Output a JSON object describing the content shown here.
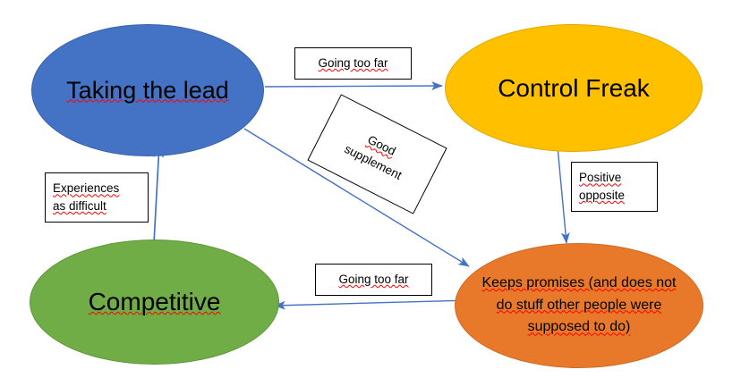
{
  "diagram": {
    "title": "Taking the lead / Control Freak behaviour cycle",
    "background": "#ffffff",
    "edge_color": "#4472C4"
  },
  "nodes": [
    {
      "id": "taking-the-lead",
      "label": "Taking the lead",
      "shape": "ellipse",
      "fill": "#4472C4",
      "stroke": "#3A62AC",
      "text_color": "#000000",
      "spellcheck_underline": true
    },
    {
      "id": "control-freak",
      "label": "Control Freak",
      "shape": "ellipse",
      "fill": "#FFC000",
      "stroke": "#E0A800",
      "text_color": "#000000",
      "spellcheck_underline": false
    },
    {
      "id": "competitive",
      "label": "Competitive",
      "shape": "ellipse",
      "fill": "#70AD47",
      "stroke": "#5E9639",
      "text_color": "#000000",
      "spellcheck_underline": true
    },
    {
      "id": "keeps-promises",
      "label": "Keeps promises (and does not do stuff other people were supposed to do)",
      "lines": [
        "Keeps promises (and does not",
        "do stuff other people were",
        "supposed to do)"
      ],
      "shape": "ellipse",
      "fill": "#E8792B",
      "stroke": "#CE6A24",
      "text_color": "#000000",
      "spellcheck_underline": true
    }
  ],
  "edge_labels": {
    "going_too_far_top": "Going too far",
    "going_too_far_bottom": "Going too far",
    "experiences_as_difficult": {
      "line1": "Experiences",
      "line2": "as difficult"
    },
    "positive_opposite": {
      "line1": "Positive",
      "line2": "opposite"
    },
    "good_supplement": {
      "line1": "Good",
      "line2": "supplement",
      "rotation_deg": 27
    }
  },
  "edges": [
    {
      "id": "taking-the-lead-to-control-freak",
      "from": "taking-the-lead",
      "to": "control-freak",
      "label": "Going too far",
      "color": "#4472C4"
    },
    {
      "id": "taking-the-lead-to-keeps-promises",
      "from": "taking-the-lead",
      "to": "keeps-promises",
      "label": "Good supplement",
      "color": "#4472C4"
    },
    {
      "id": "control-freak-to-keeps-promises",
      "from": "control-freak",
      "to": "keeps-promises",
      "label": "Positive opposite",
      "color": "#4472C4"
    },
    {
      "id": "keeps-promises-to-competitive",
      "from": "keeps-promises",
      "to": "competitive",
      "label": "Going too far",
      "color": "#4472C4"
    },
    {
      "id": "competitive-to-taking-the-lead",
      "from": "competitive",
      "to": "taking-the-lead",
      "label": "Experiences as difficult",
      "color": "#4472C4"
    }
  ]
}
